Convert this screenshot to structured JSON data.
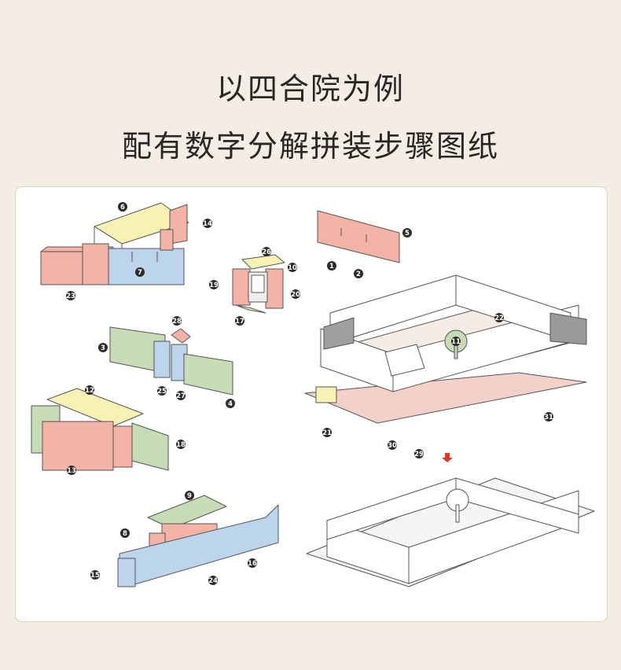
{
  "header": {
    "title": "以四合院为例",
    "subtitle": "配有数字分解拼装步骤图纸"
  },
  "colors": {
    "page_bg": "#f3ede6",
    "pink": "#f3b3a7",
    "blue": "#bcd5ec",
    "green": "#c5dcb7",
    "yellow": "#f7f1b3",
    "badge": "#2e2b29",
    "arrow": "#e0392b"
  },
  "parts": [
    "1",
    "2",
    "3",
    "4",
    "5",
    "6",
    "7",
    "8",
    "9",
    "10",
    "11",
    "12",
    "13",
    "14",
    "15",
    "16",
    "17",
    "18",
    "19",
    "20",
    "21",
    "22",
    "23",
    "24",
    "25",
    "26",
    "27",
    "28",
    "29",
    "30",
    "31"
  ]
}
